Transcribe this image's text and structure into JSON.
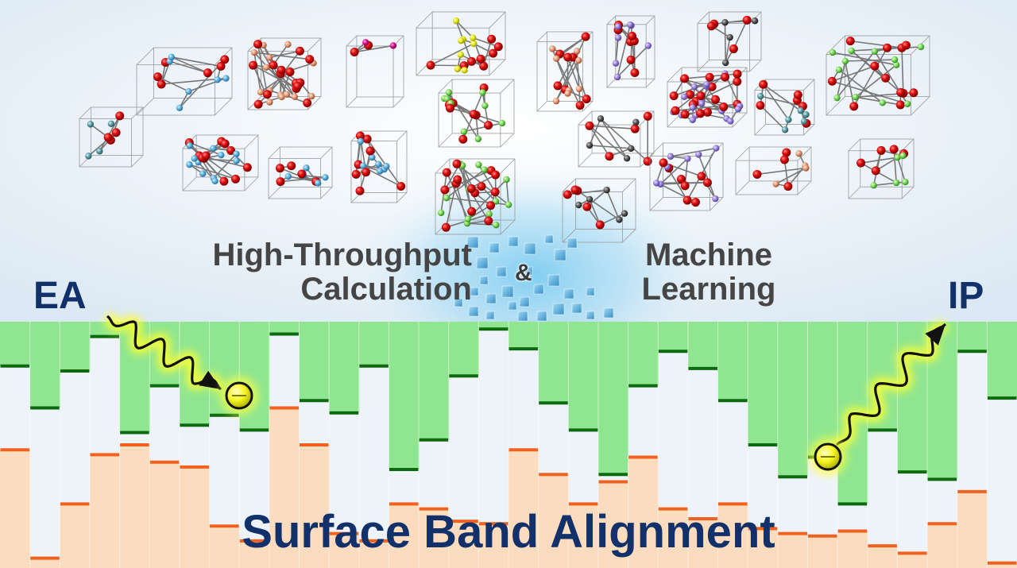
{
  "labels": {
    "ea": "EA",
    "ip": "IP",
    "htc_line1": "High-Throughput",
    "htc_line2": "Calculation",
    "ampersand": "&",
    "ml_line1": "Machine",
    "ml_line2": "Learning",
    "title": "Surface Band Alignment"
  },
  "colors": {
    "conduction_region": "#90e690",
    "valence_region": "#fcdcbe",
    "gap_region": "#eef3fa",
    "cbm_level": "#0e6a0e",
    "vbm_level": "#f2621f",
    "title_text": "#12306a",
    "subtitle_text": "#454545",
    "electron": "#f0f01a",
    "atom_oxygen": "#e01010"
  },
  "band_alignment": {
    "cbm_levels": [
      0.18,
      0.35,
      0.2,
      0.06,
      0.45,
      0.26,
      0.42,
      0.38,
      0.44,
      0.05,
      0.32,
      0.37,
      0.18,
      0.6,
      0.48,
      0.22,
      0.03,
      0.11,
      0.33,
      0.44,
      0.62,
      0.26,
      0.12,
      0.19,
      0.32,
      0.5,
      0.63,
      0.55,
      0.74,
      0.44,
      0.61,
      0.64,
      0.12,
      0.31
    ],
    "vbm_levels": [
      0.52,
      0.96,
      0.74,
      0.54,
      0.5,
      0.57,
      0.59,
      0.83,
      0.89,
      0.35,
      0.5,
      0.86,
      0.89,
      0.74,
      0.76,
      0.81,
      0.82,
      0.52,
      0.62,
      0.74,
      0.65,
      0.55,
      0.76,
      0.8,
      0.74,
      0.84,
      0.86,
      0.87,
      0.85,
      0.91,
      0.94,
      0.82,
      0.69,
      0.98
    ]
  }
}
